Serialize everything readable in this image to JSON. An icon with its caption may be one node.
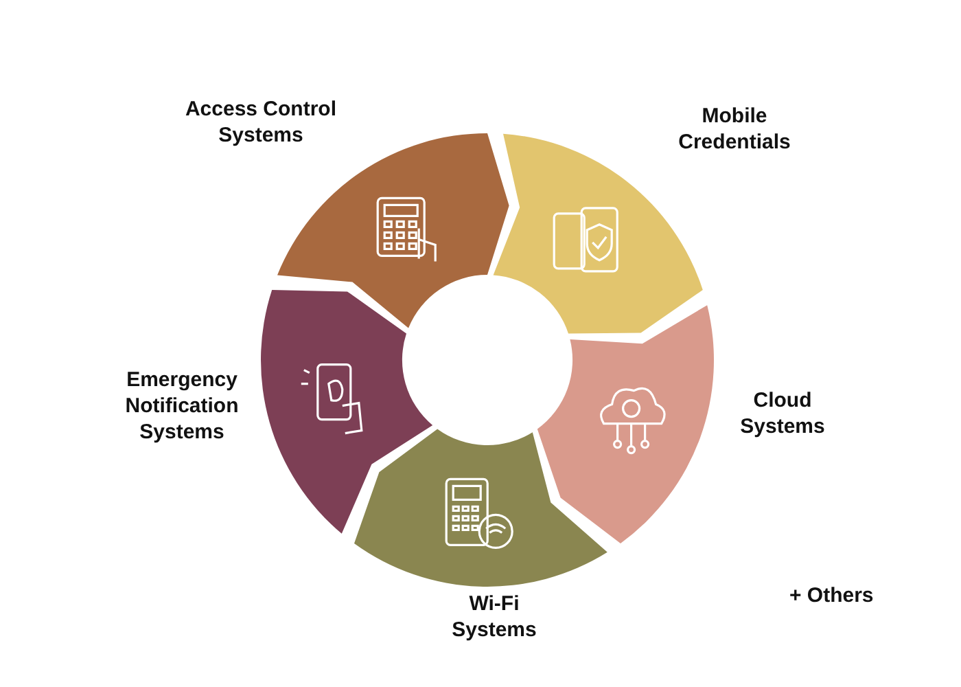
{
  "diagram": {
    "nodes": [
      {
        "text": [],
        "shape": "arc",
        "beside": [
          "Access Control Systems"
        ]
      },
      {
        "text": [],
        "shape": "arc",
        "beside": [
          "Mobile Credentials"
        ]
      },
      {
        "text": [],
        "shape": "arc",
        "beside": [
          "Cloud Systems"
        ]
      },
      {
        "text": [],
        "shape": "arc",
        "beside": [
          "Wi-Fi Systems"
        ]
      },
      {
        "text": [],
        "shape": "arc",
        "beside": [
          "Emergency Notification Systems"
        ]
      }
    ],
    "labels": [
      "+ Others"
    ]
  }
}
